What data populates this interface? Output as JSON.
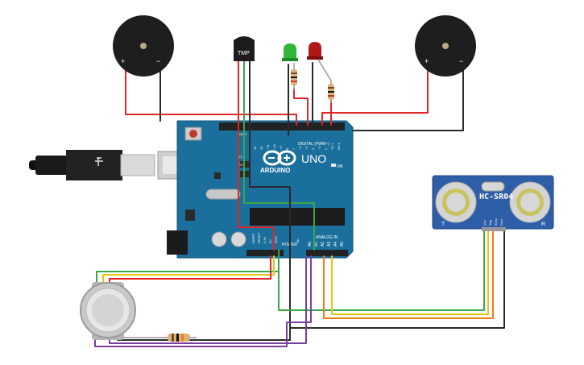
{
  "board": {
    "brand": "ARDUINO",
    "model": "UNO",
    "on_label": "ON",
    "digital_label": "DIGITAL (PWM~)",
    "power_label": "POWER",
    "analog_label": "ANALOG IN",
    "aref_label": "AREF",
    "gnd_label": "GND",
    "l_label": "L",
    "tx_label": "TX",
    "rx_label": "RX",
    "ioref_label": "IOREF",
    "reset_label": "RESET",
    "v33_label": "3.3V",
    "v5_label": "5V",
    "vin_label": "Vin",
    "digital_pins": [
      "13",
      "12",
      "~11",
      "~10",
      "~9",
      "8",
      "7",
      "~6",
      "~5",
      "4",
      "~3",
      "2",
      "TX 1",
      "RX 0"
    ],
    "analog_pins": [
      "A0",
      "A1",
      "A2",
      "A3",
      "A4",
      "A5"
    ]
  },
  "sensor": {
    "name": "HC-SR04",
    "pins": [
      "Vcc",
      "Trig",
      "Echo",
      "Gnd"
    ],
    "t_label": "T",
    "r_label": "R"
  },
  "temp_sensor": {
    "label": "TMP"
  },
  "buzzer": {
    "plus": "+",
    "minus": "−"
  },
  "colors": {
    "board": "#1b6f9c",
    "board_edge": "#12577d",
    "wire_red": "#e02626",
    "wire_black": "#2a2a2a",
    "wire_green": "#3aa84a",
    "wire_yellow": "#e8c414",
    "wire_orange": "#f07d16",
    "wire_purple": "#7a3f9e",
    "led_green": "#2fb53a",
    "led_red": "#b01818",
    "sensor_blue": "#2e5ea8"
  }
}
